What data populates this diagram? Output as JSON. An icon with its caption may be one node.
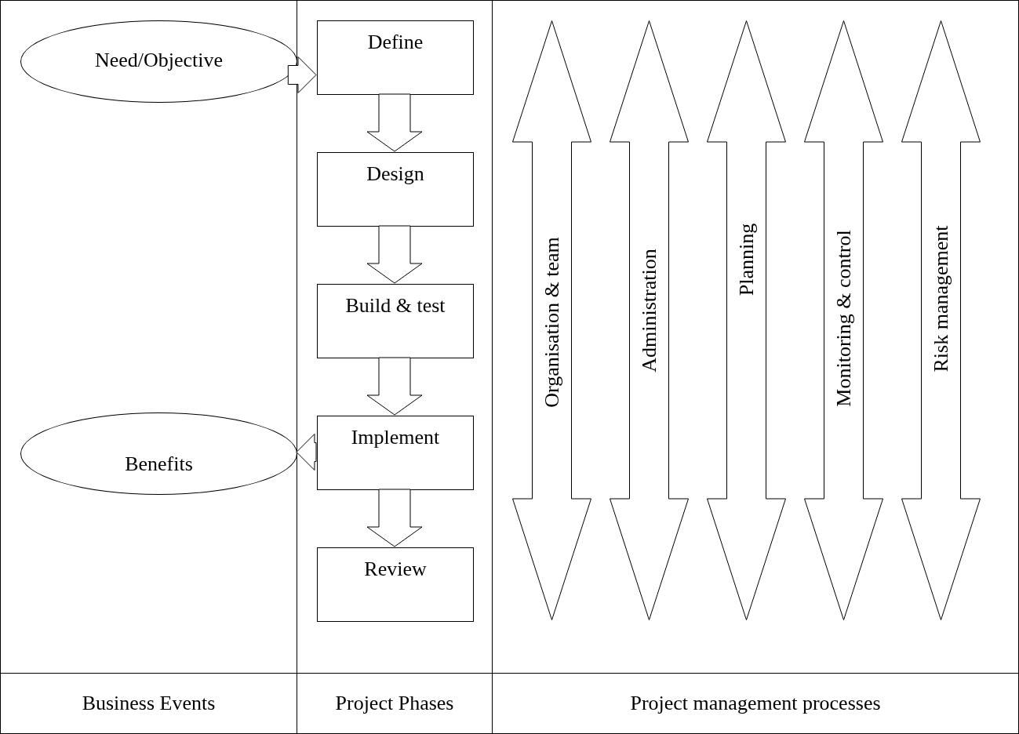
{
  "diagram": {
    "nodes": [
      {
        "text": [
          "Business Events"
        ]
      },
      {
        "text": [
          "Project Phases"
        ]
      },
      {
        "text": [
          "Project management processes"
        ]
      },
      {
        "text": [
          "Need/Objective"
        ],
        "in": 0
      },
      {
        "text": [
          "Benefits"
        ],
        "in": 0
      },
      {
        "text": [
          "Define"
        ],
        "in": 1
      },
      {
        "text": [
          "Design"
        ],
        "in": 1
      },
      {
        "text": [
          "Build & test"
        ],
        "in": 1
      },
      {
        "text": [
          "Implement"
        ],
        "in": 1
      },
      {
        "text": [
          "Review"
        ],
        "in": 1
      },
      {
        "text": [
          "Organisation & team"
        ],
        "in": 2
      },
      {
        "text": [
          "Administration"
        ],
        "in": 2
      },
      {
        "text": [
          "Planning"
        ],
        "in": 2
      },
      {
        "text": [
          "Monitoring & control"
        ],
        "in": 2
      },
      {
        "text": [
          "Risk management"
        ],
        "in": 2
      }
    ],
    "edges": [
      {
        "from": 3,
        "to": 5,
        "arrow": "to"
      },
      {
        "from": 5,
        "to": 6,
        "arrow": "to"
      },
      {
        "from": 6,
        "to": 7,
        "arrow": "to"
      },
      {
        "from": 7,
        "to": 8,
        "arrow": "to"
      },
      {
        "from": 8,
        "to": 9,
        "arrow": "to"
      },
      {
        "from": 8,
        "to": 4,
        "arrow": "to"
      }
    ]
  }
}
